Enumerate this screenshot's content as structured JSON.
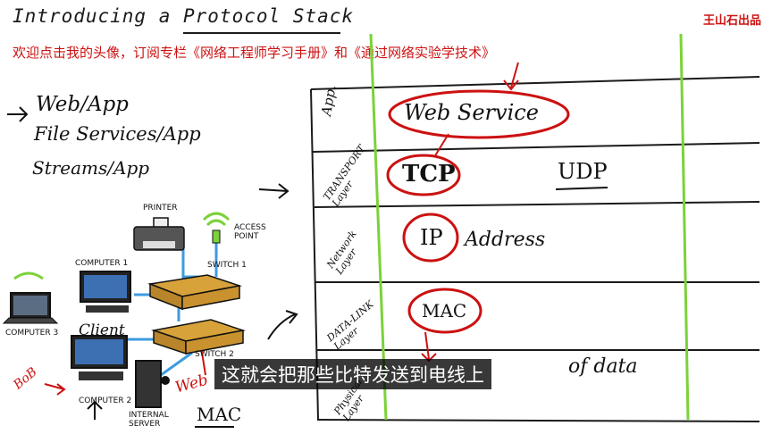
{
  "header": {
    "title": "Introducing a Protocol Stack",
    "brand": "王山石出品",
    "promo": "欢迎点击我的头像，订阅专栏《网络工程师学习手册》和《通过网络实验学技术》"
  },
  "apps": {
    "line1": "Web/App",
    "line2": "File Services/App",
    "line3": "Streams/App"
  },
  "stack": {
    "layers": [
      {
        "name": "App."
      },
      {
        "name": "TRANSPORT Layer"
      },
      {
        "name": "Network Layer"
      },
      {
        "name": "DATA-LINK Layer"
      },
      {
        "name": "Physical Layer"
      }
    ],
    "items": {
      "web_service": "Web Service",
      "tcp": "TCP",
      "udp": "UDP",
      "ip": "IP",
      "address": "Address",
      "mac": "MAC",
      "physical_suffix": "of data"
    }
  },
  "network": {
    "printer": "PRINTER",
    "access_point": "ACCESS POINT",
    "computer1": "COMPUTER 1",
    "computer2": "COMPUTER 2",
    "computer3": "COMPUTER 3",
    "switch1": "SWITCH 1",
    "switch2": "SWITCH 2",
    "internal_server": "INTERNAL SERVER",
    "client": "Client",
    "bob": "BoB",
    "web_annot": "Web",
    "mac_annot": "MAC"
  },
  "caption": "这就会把那些比特发送到电线上",
  "colors": {
    "red": "#cc1111",
    "green": "#7bd23a",
    "blue": "#3d9be0",
    "orange": "#d8a23a"
  }
}
